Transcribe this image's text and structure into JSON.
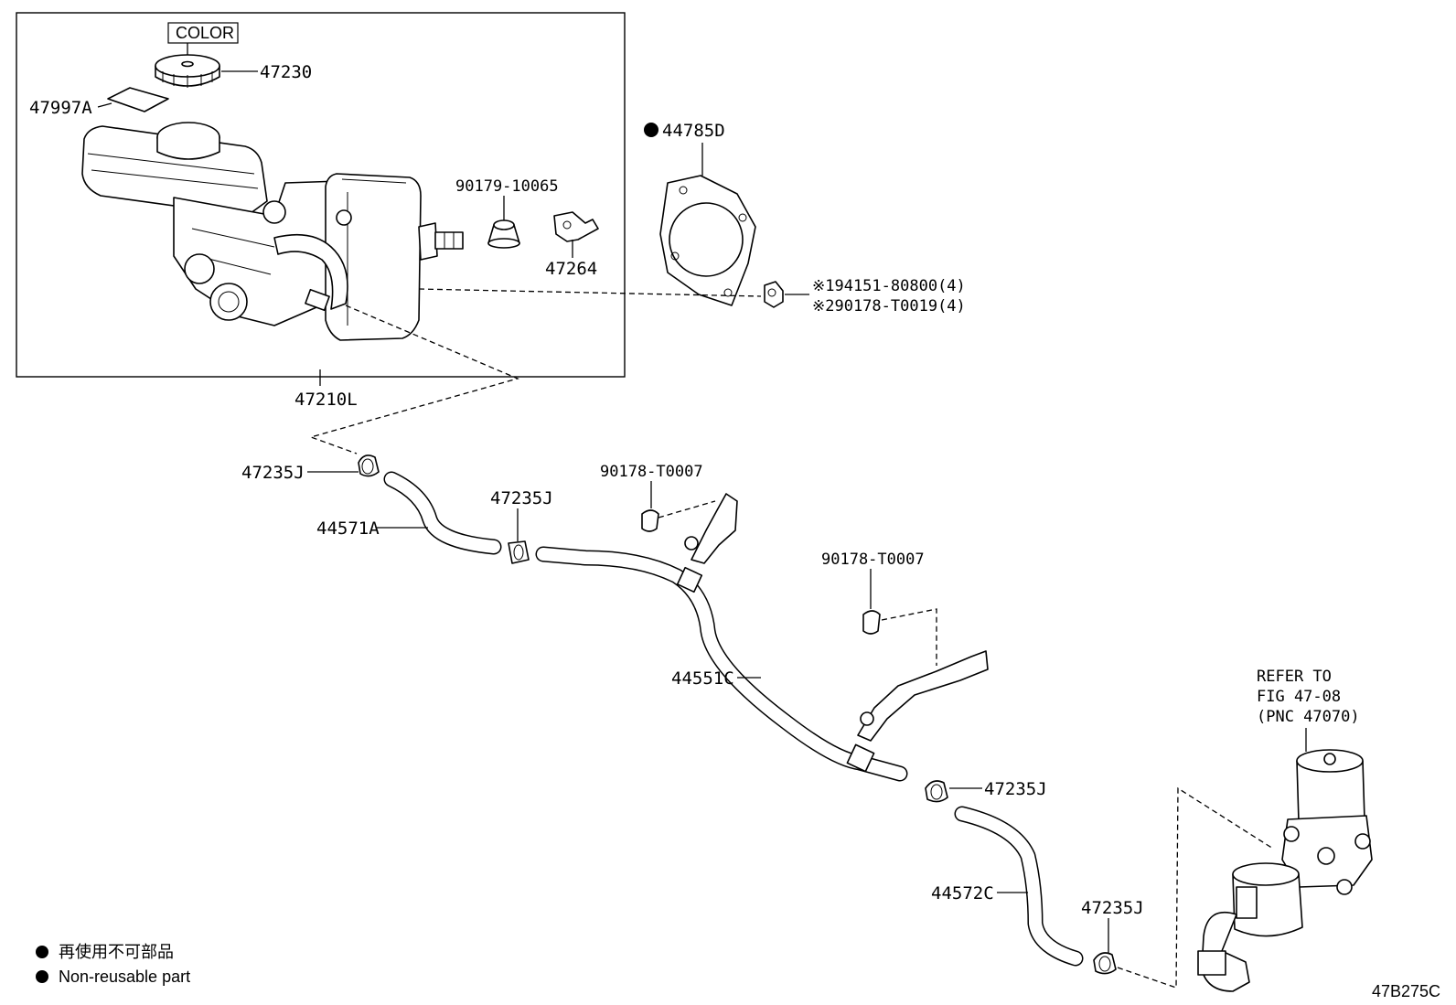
{
  "labels": {
    "color_tag": "COLOR",
    "p47230": "47230",
    "p47997A": "47997A",
    "p44785D": "44785D",
    "p90179_10065": "90179-10065",
    "p47264": "47264",
    "p94151": "※194151-80800(4)",
    "p90178_T0019": "※290178-T0019(4)",
    "p47210L": "47210L",
    "p47235J_a": "47235J",
    "p44571A": "44571A",
    "p47235J_b": "47235J",
    "p90178_T0007_a": "90178-T0007",
    "p90178_T0007_b": "90178-T0007",
    "p44551C": "44551C",
    "p47235J_c": "47235J",
    "p44572C": "44572C",
    "p47235J_d": "47235J",
    "refer_line1": "REFER TO",
    "refer_line2": "FIG 47-08",
    "refer_line3": "(PNC 47070)",
    "figure_code": "47B275C"
  },
  "legend": {
    "bullet": "●",
    "line_jp": "再使用不可部品",
    "line_en": "Non-reusable part"
  },
  "icons": {
    "non_reusable_marker": "filled-circle-icon"
  }
}
